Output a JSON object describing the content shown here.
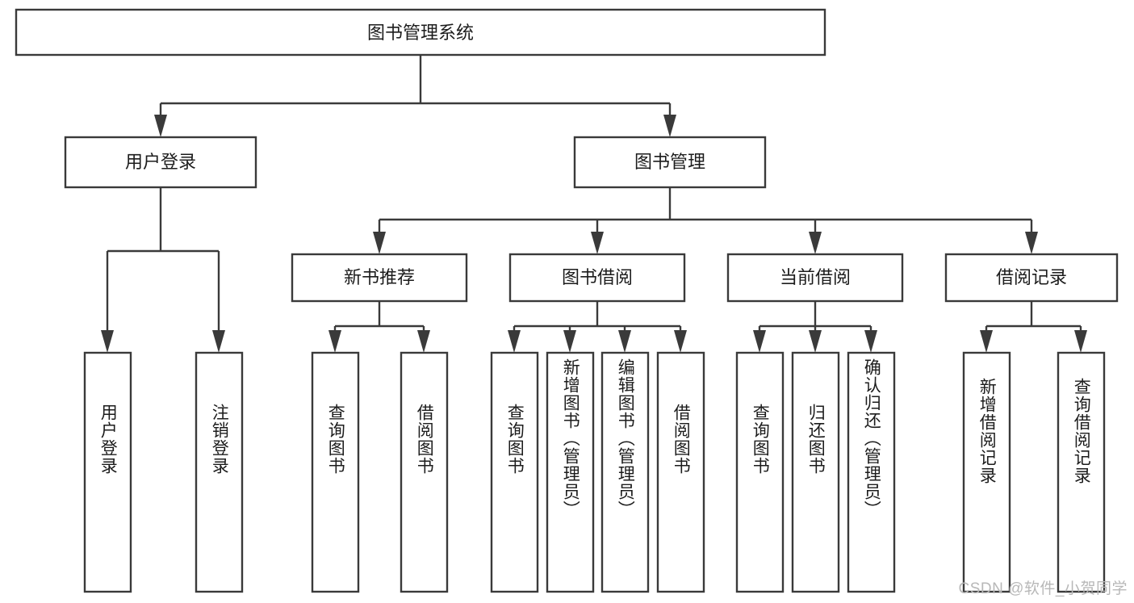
{
  "diagram": {
    "title": "图书管理系统",
    "watermark": "CSDN @软件_小贺同学",
    "type": "tree",
    "style": {
      "box_fill": "#ffffff",
      "box_stroke": "#3a3a3a",
      "text_color": "#1c1c1c",
      "watermark_color": "#b8b8b8",
      "background": "#ffffff"
    },
    "root": {
      "id": "root",
      "label": "图书管理系统"
    },
    "level2": [
      {
        "id": "user-login",
        "label": "用户登录"
      },
      {
        "id": "book-manage",
        "label": "图书管理"
      }
    ],
    "level3": [
      {
        "id": "new-book-recommend",
        "label": "新书推荐",
        "parent": "book-manage"
      },
      {
        "id": "book-borrow",
        "label": "图书借阅",
        "parent": "book-manage"
      },
      {
        "id": "current-borrow",
        "label": "当前借阅",
        "parent": "book-manage"
      },
      {
        "id": "borrow-record",
        "label": "借阅记录",
        "parent": "book-manage"
      }
    ],
    "leaves": [
      {
        "id": "leaf-user-login",
        "label": "用户登录",
        "parent": "user-login"
      },
      {
        "id": "leaf-user-logout",
        "label": "注销登录",
        "parent": "user-login"
      },
      {
        "id": "leaf-query-book-1",
        "label": "查询图书",
        "parent": "new-book-recommend"
      },
      {
        "id": "leaf-borrow-book-1",
        "label": "借阅图书",
        "parent": "new-book-recommend"
      },
      {
        "id": "leaf-query-book-2",
        "label": "查询图书",
        "parent": "book-borrow"
      },
      {
        "id": "leaf-add-book",
        "label": "新增图书（管理员）",
        "parent": "book-borrow"
      },
      {
        "id": "leaf-edit-book",
        "label": "编辑图书（管理员）",
        "parent": "book-borrow"
      },
      {
        "id": "leaf-borrow-book-2",
        "label": "借阅图书",
        "parent": "book-borrow"
      },
      {
        "id": "leaf-query-book-3",
        "label": "查询图书",
        "parent": "current-borrow"
      },
      {
        "id": "leaf-return-book",
        "label": "归还图书",
        "parent": "current-borrow"
      },
      {
        "id": "leaf-confirm-return",
        "label": "确认归还（管理员）",
        "parent": "current-borrow"
      },
      {
        "id": "leaf-add-record",
        "label": "新增借阅记录",
        "parent": "borrow-record"
      },
      {
        "id": "leaf-query-record",
        "label": "查询借阅记录",
        "parent": "borrow-record"
      }
    ]
  }
}
